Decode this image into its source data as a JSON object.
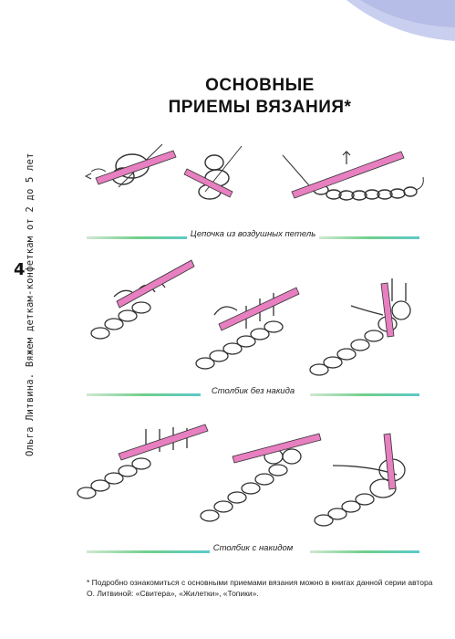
{
  "page": {
    "title_line1": "ОСНОВНЫЕ",
    "title_line2": "ПРИЕМЫ ВЯЗАНИЯ*",
    "side_text": "Ольга Литвина. Вяжем деткам-конфеткам от 2 до 5 лет",
    "page_number": "4"
  },
  "sections": [
    {
      "caption": "Цепочка из воздушных петель"
    },
    {
      "caption": "Столбик без накида"
    },
    {
      "caption": "Столбик с накидом"
    }
  ],
  "footnote": "* Подробно ознакомиться с основными приемами вязания можно в книгах данной серии автора О. Литвиной: «Свитера», «Жилетки», «Топики».",
  "colors": {
    "hook": "#e77fc0",
    "divider": "#6fcf8b",
    "corner": "#c5cbea"
  }
}
